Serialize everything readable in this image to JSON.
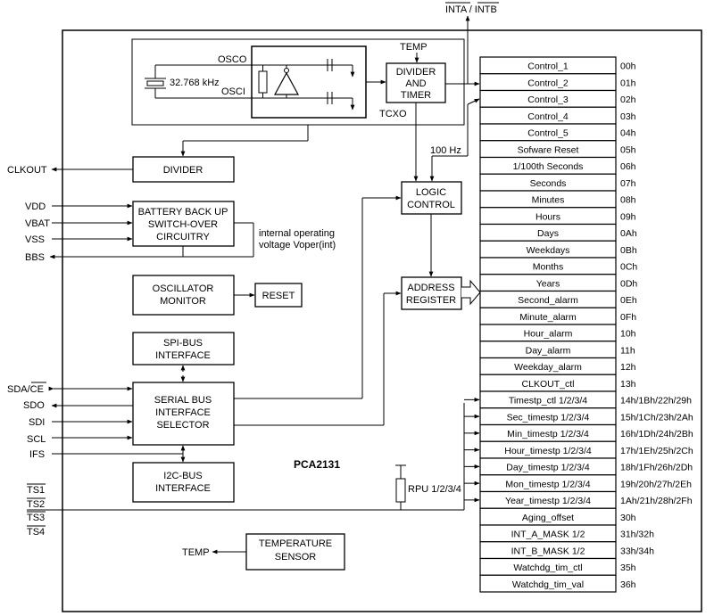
{
  "top_signal": "INTA / INTB",
  "chip_name": "PCA2131",
  "tcxo": {
    "label": "TCXO",
    "osco": "OSCO",
    "osci": "OSCI",
    "crystal": "32.768 kHz",
    "temp_in": "TEMP"
  },
  "blocks": {
    "divider_timer": [
      "DIVIDER",
      "AND",
      "TIMER"
    ],
    "logic_control": [
      "LOGIC",
      "CONTROL"
    ],
    "address_register": [
      "ADDRESS",
      "REGISTER"
    ],
    "divider": "DIVIDER",
    "battery": [
      "BATTERY BACK UP",
      "SWITCH-OVER",
      "CIRCUITRY"
    ],
    "osc_monitor": [
      "OSCILLATOR",
      "MONITOR"
    ],
    "reset": "RESET",
    "spi": [
      "SPI-BUS",
      "INTERFACE"
    ],
    "serial": [
      "SERIAL BUS",
      "INTERFACE",
      "SELECTOR"
    ],
    "i2c": [
      "I2C-BUS",
      "INTERFACE"
    ],
    "temp_sensor": [
      "TEMPERATURE",
      "SENSOR"
    ]
  },
  "labels": {
    "freq_100hz": "100 Hz",
    "internal_voltage": [
      "internal operating",
      "voltage Voper(int)"
    ],
    "rpu": "RPU 1/2/3/4",
    "temp_out": "TEMP"
  },
  "pins": {
    "clkout": "CLKOUT",
    "vdd": "VDD",
    "vbat": "VBAT",
    "vss": "VSS",
    "bbs": "BBS",
    "sda_ce": "SDA/CE",
    "sdo": "SDO",
    "sdi": "SDI",
    "scl": "SCL",
    "ifs": "IFS",
    "ts": [
      "TS1",
      "TS2",
      "TS3",
      "TS4"
    ]
  },
  "registers": [
    {
      "name": "Control_1",
      "addr": "00h"
    },
    {
      "name": "Control_2",
      "addr": "01h"
    },
    {
      "name": "Control_3",
      "addr": "02h"
    },
    {
      "name": "Control_4",
      "addr": "03h"
    },
    {
      "name": "Control_5",
      "addr": "04h"
    },
    {
      "name": "Sofware Reset",
      "addr": "05h"
    },
    {
      "name": "1/100th Seconds",
      "addr": "06h"
    },
    {
      "name": "Seconds",
      "addr": "07h"
    },
    {
      "name": "Minutes",
      "addr": "08h"
    },
    {
      "name": "Hours",
      "addr": "09h"
    },
    {
      "name": "Days",
      "addr": "0Ah"
    },
    {
      "name": "Weekdays",
      "addr": "0Bh"
    },
    {
      "name": "Months",
      "addr": "0Ch"
    },
    {
      "name": "Years",
      "addr": "0Dh"
    },
    {
      "name": "Second_alarm",
      "addr": "0Eh"
    },
    {
      "name": "Minute_alarm",
      "addr": "0Fh"
    },
    {
      "name": "Hour_alarm",
      "addr": "10h"
    },
    {
      "name": "Day_alarm",
      "addr": "11h"
    },
    {
      "name": "Weekday_alarm",
      "addr": "12h"
    },
    {
      "name": "CLKOUT_ctl",
      "addr": "13h"
    },
    {
      "name": "Timestp_ctl 1/2/3/4",
      "addr": "14h/1Bh/22h/29h"
    },
    {
      "name": "Sec_timestp 1/2/3/4",
      "addr": "15h/1Ch/23h/2Ah"
    },
    {
      "name": "Min_timestp 1/2/3/4",
      "addr": "16h/1Dh/24h/2Bh"
    },
    {
      "name": "Hour_timestp 1/2/3/4",
      "addr": "17h/1Eh/25h/2Ch"
    },
    {
      "name": "Day_timestp 1/2/3/4",
      "addr": "18h/1Fh/26h/2Dh"
    },
    {
      "name": "Mon_timestp 1/2/3/4",
      "addr": "19h/20h/27h/2Eh"
    },
    {
      "name": "Year_timestp 1/2/3/4",
      "addr": "1Ah/21h/28h/2Fh"
    },
    {
      "name": "Aging_offset",
      "addr": "30h"
    },
    {
      "name": "INT_A_MASK 1/2",
      "addr": "31h/32h"
    },
    {
      "name": "INT_B_MASK 1/2",
      "addr": "33h/34h"
    },
    {
      "name": "Watchdg_tim_ctl",
      "addr": "35h"
    },
    {
      "name": "Watchdg_tim_val",
      "addr": "36h"
    }
  ]
}
